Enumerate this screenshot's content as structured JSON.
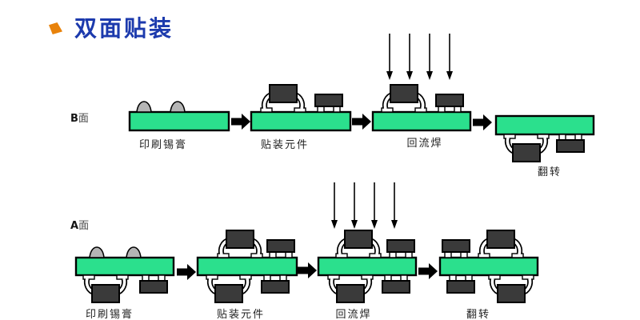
{
  "title": {
    "text": "双面贴装"
  },
  "rows": [
    {
      "side_label_bold": "B",
      "side_label_rest": "面",
      "steps": [
        {
          "label": "印刷锡膏"
        },
        {
          "label": "贴装元件"
        },
        {
          "label": "回流焊"
        },
        {
          "label": "翻转"
        }
      ]
    },
    {
      "side_label_bold": "A",
      "side_label_rest": "面",
      "steps": [
        {
          "label": "印刷锡膏"
        },
        {
          "label": "贴装元件"
        },
        {
          "label": "回流焊"
        },
        {
          "label": "翻转"
        }
      ]
    }
  ],
  "icons": {
    "bullet": "orange-corner-marker",
    "process_arrow": "solid-right-arrow",
    "heat_arrow": "thin-down-arrow"
  },
  "colors": {
    "board_green": "#2be08d",
    "component_dark": "#3a3a3a",
    "paste_gray": "#b5b5b5",
    "pad_white": "#ffffff",
    "outline_black": "#000000",
    "title_blue": "#1c3aad",
    "bullet_orange": "#e8820a",
    "label_text": "#222222"
  }
}
